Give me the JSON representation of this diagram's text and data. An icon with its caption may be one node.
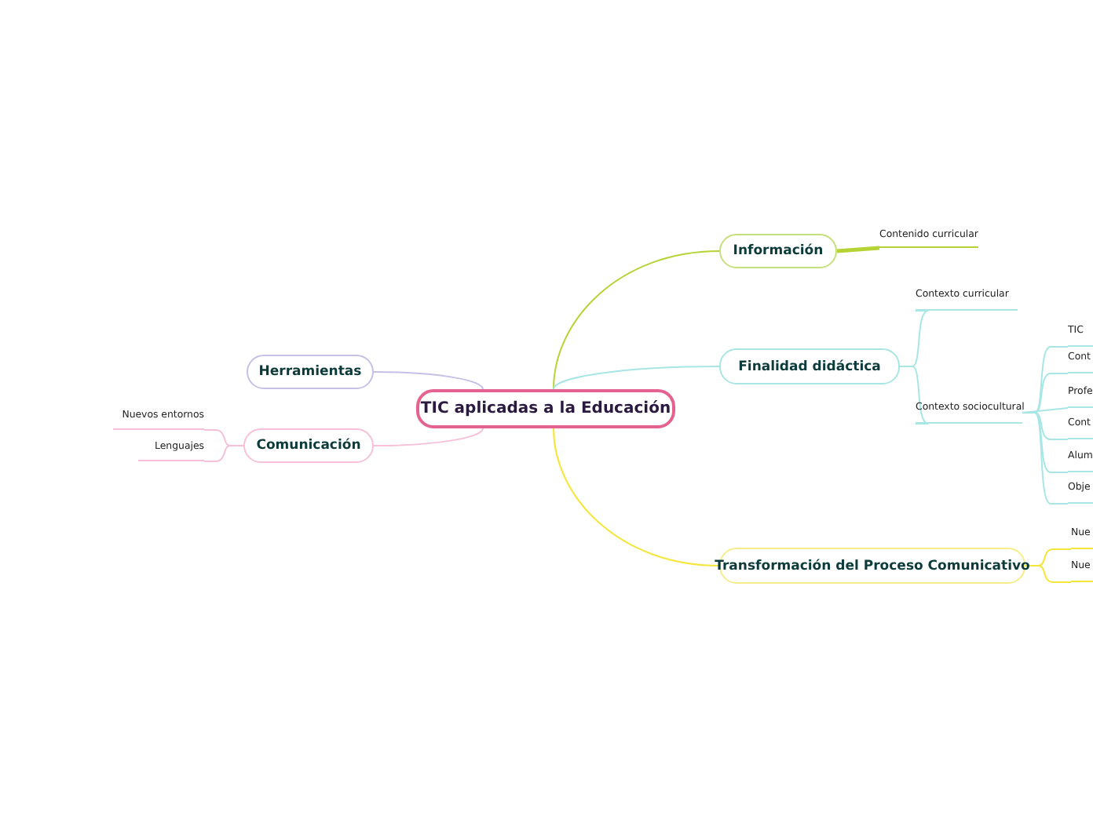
{
  "diagram": {
    "nodes": [
      {
        "text": [
          "TIC aplicadas a la Educación"
        ]
      },
      {
        "text": [
          "Información"
        ]
      },
      {
        "text": [
          "Contenido curricular"
        ]
      },
      {
        "text": [
          "Finalidad didáctica"
        ]
      },
      {
        "text": [
          "Contexto curricular"
        ]
      },
      {
        "text": [
          "Contexto sociocultural"
        ]
      },
      {
        "text": [
          "TIC"
        ]
      },
      {
        "text": [
          "Cont"
        ]
      },
      {
        "text": [
          "Profe"
        ]
      },
      {
        "text": [
          "Cont"
        ]
      },
      {
        "text": [
          "Alum"
        ]
      },
      {
        "text": [
          "Obje"
        ]
      },
      {
        "text": [
          "Transformación del Proceso Comunicativo"
        ]
      },
      {
        "text": [
          "Nue"
        ]
      },
      {
        "text": [
          "Nue"
        ]
      },
      {
        "text": [
          "Herramientas"
        ]
      },
      {
        "text": [
          "Comunicación"
        ]
      },
      {
        "text": [
          "Nuevos entornos"
        ]
      },
      {
        "text": [
          "Lenguajes"
        ]
      }
    ],
    "edges": [
      {
        "from": 0,
        "to": 1,
        "arrow": "none",
        "color": "#b5d334"
      },
      {
        "from": 1,
        "to": 2,
        "arrow": "none",
        "color": "#b5d334",
        "style": "thick"
      },
      {
        "from": 0,
        "to": 3,
        "arrow": "none",
        "color": "#a8e6e6"
      },
      {
        "from": 3,
        "to": 4,
        "arrow": "none",
        "color": "#a8e6e6"
      },
      {
        "from": 3,
        "to": 5,
        "arrow": "none",
        "color": "#a8e6e6"
      },
      {
        "from": 5,
        "to": 6,
        "arrow": "none",
        "color": "#a8e6e6"
      },
      {
        "from": 5,
        "to": 7,
        "arrow": "none",
        "color": "#a8e6e6"
      },
      {
        "from": 5,
        "to": 8,
        "arrow": "none",
        "color": "#a8e6e6"
      },
      {
        "from": 5,
        "to": 9,
        "arrow": "none",
        "color": "#a8e6e6"
      },
      {
        "from": 5,
        "to": 10,
        "arrow": "none",
        "color": "#a8e6e6"
      },
      {
        "from": 5,
        "to": 11,
        "arrow": "none",
        "color": "#a8e6e6"
      },
      {
        "from": 0,
        "to": 12,
        "arrow": "none",
        "color": "#f5e63c"
      },
      {
        "from": 12,
        "to": 13,
        "arrow": "none",
        "color": "#f5e63c"
      },
      {
        "from": 12,
        "to": 14,
        "arrow": "none",
        "color": "#f5e63c"
      },
      {
        "from": 0,
        "to": 15,
        "arrow": "none",
        "color": "#c7c0e6"
      },
      {
        "from": 0,
        "to": 16,
        "arrow": "none",
        "color": "#f7c0d8"
      },
      {
        "from": 16,
        "to": 17,
        "arrow": "none",
        "color": "#f7c0d8"
      },
      {
        "from": 16,
        "to": 18,
        "arrow": "none",
        "color": "#f7c0d8"
      }
    ]
  }
}
